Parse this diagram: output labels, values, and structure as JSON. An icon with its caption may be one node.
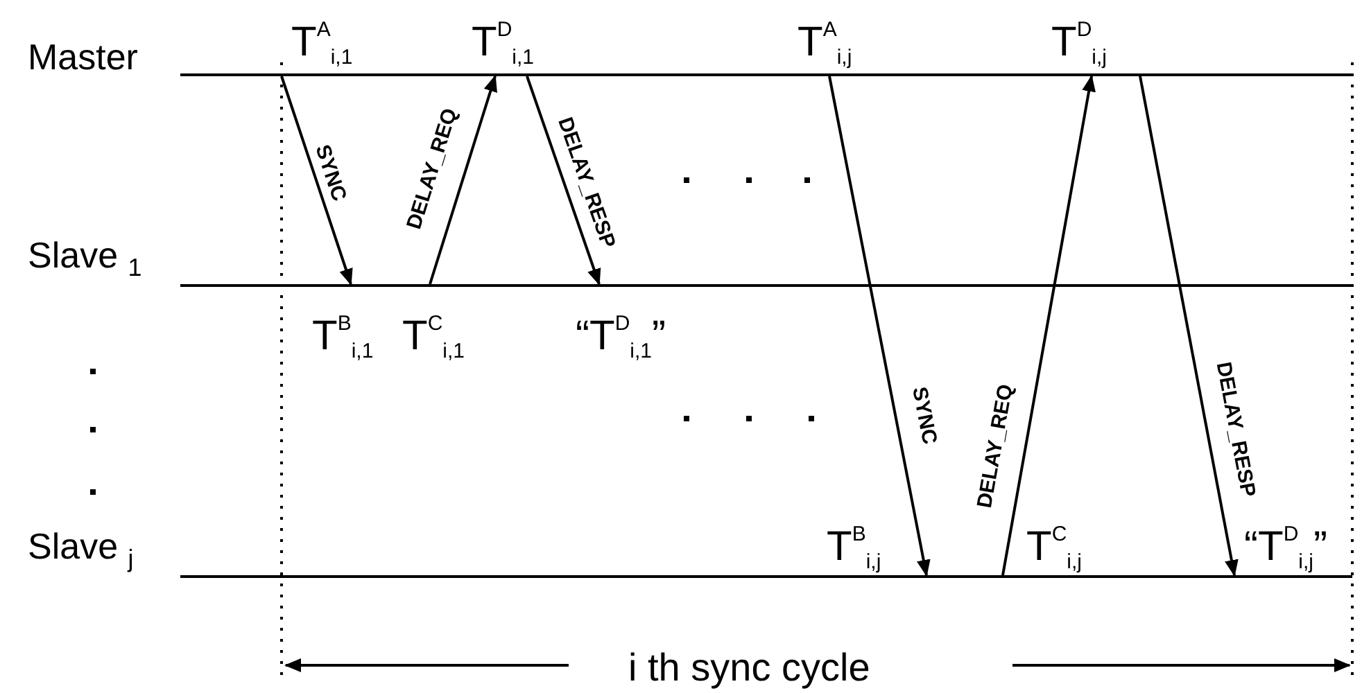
{
  "diagram": {
    "nodes": [
      {
        "text": [
          "Master"
        ]
      },
      {
        "text": [
          "Slave $_{1}$"
        ]
      },
      {
        "text": [
          "Slave $_{j}$"
        ]
      }
    ],
    "edges": [
      {
        "from": 0,
        "to": 1,
        "arrow": "to",
        "label": "SYNC"
      },
      {
        "from": 1,
        "to": 0,
        "arrow": "to",
        "label": "DELAY_REQ"
      },
      {
        "from": 0,
        "to": 1,
        "arrow": "to",
        "label": "DELAY_RESP"
      },
      {
        "from": 0,
        "to": 2,
        "arrow": "to",
        "label": "SYNC"
      },
      {
        "from": 2,
        "to": 0,
        "arrow": "to",
        "label": "DELAY_REQ"
      },
      {
        "from": 0,
        "to": 2,
        "arrow": "to",
        "label": "DELAY_RESP"
      }
    ],
    "labels": [
      "T$^{A}$$_{i,1}$",
      "T$^{D}$$_{i,1}$",
      "T$^{A}$$_{i,j}$",
      "T$^{D}$$_{i,j}$",
      "T$^{B}$$_{i,1}$",
      "T$^{C}$$_{i,1}$",
      "“T$^{D}$$_{i,1}$”",
      "T$^{B}$$_{i,j}$",
      "T$^{C}$$_{i,j}$",
      "“T$^{D}$$_{i,j}$”",
      "i th sync cycle"
    ]
  }
}
